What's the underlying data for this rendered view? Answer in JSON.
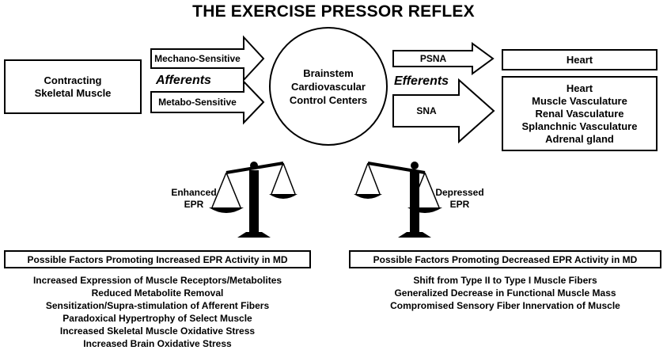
{
  "title": "THE EXERCISE PRESSOR REFLEX",
  "muscle_box": {
    "line1": "Contracting",
    "line2": "Skeletal Muscle"
  },
  "afferent_arrows": {
    "mechano": "Mechano-Sensitive",
    "metabo": "Metabo-Sensitive"
  },
  "afferents_label": "Afferents",
  "brainstem": {
    "line1": "Brainstem",
    "line2": "Cardiovascular",
    "line3": "Control Centers"
  },
  "efferent_arrows": {
    "psna": "PSNA",
    "sna": "SNA"
  },
  "efferents_label": "Efferents",
  "heart_box": "Heart",
  "targets": [
    "Heart",
    "Muscle Vasculature",
    "Renal Vasculature",
    "Splanchnic Vasculature",
    "Adrenal gland"
  ],
  "scales": {
    "enhanced": {
      "line1": "Enhanced",
      "line2": "EPR"
    },
    "depressed": {
      "line1": "Depressed",
      "line2": "EPR"
    }
  },
  "increased_panel": {
    "header": "Possible Factors Promoting Increased EPR Activity in MD",
    "items": [
      "Increased Expression of Muscle Receptors/Metabolites",
      "Reduced Metabolite Removal",
      "Sensitization/Supra-stimulation of Afferent Fibers",
      "Paradoxical Hypertrophy of Select Muscle",
      "Increased Skeletal Muscle Oxidative Stress",
      "Increased Brain Oxidative Stress"
    ]
  },
  "decreased_panel": {
    "header": "Possible Factors Promoting Decreased EPR Activity in MD",
    "items": [
      "Shift from Type II to Type I Muscle Fibers",
      "Generalized Decrease in Functional Muscle Mass",
      "Compromised Sensory Fiber Innervation of Muscle"
    ]
  }
}
